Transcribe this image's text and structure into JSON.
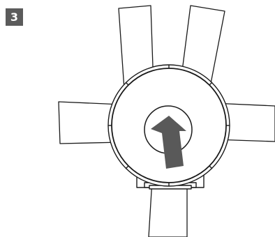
{
  "step": {
    "number": "3"
  },
  "diagram": {
    "strap_count": 5,
    "arrow_direction": "up",
    "colors": {
      "line": "#1a1a1a",
      "badge": "#5b5b5b",
      "badge_text": "#ffffff",
      "arrow": "#595959",
      "background": "#ffffff"
    },
    "icons": [
      "strap",
      "round-hub",
      "clip-buckle",
      "push-arrow"
    ]
  }
}
